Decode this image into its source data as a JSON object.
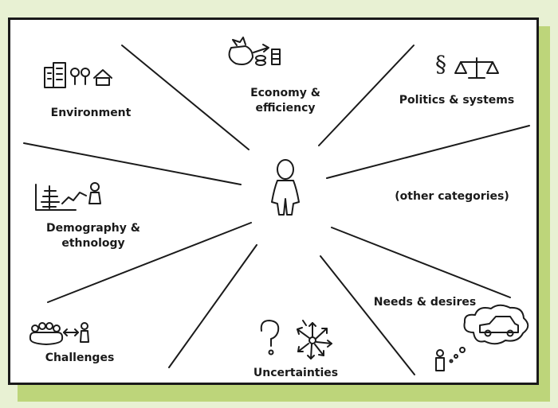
{
  "colors": {
    "background": "#e8f1d3",
    "shadow": "#bdd57a",
    "ink": "#1a1a1a",
    "card": "#ffffff"
  },
  "categories": {
    "environment": {
      "label": "Environment"
    },
    "economy": {
      "line1": "Economy &",
      "line2": "efficiency"
    },
    "politics": {
      "label": "Politics & systems"
    },
    "other": {
      "label": "(other categories)"
    },
    "demography": {
      "line1": "Demography &",
      "line2": "ethnology"
    },
    "needs": {
      "label": "Needs & desires"
    },
    "challenges": {
      "label": "Challenges"
    },
    "uncertainties": {
      "label": "Uncertainties"
    }
  },
  "icons": {
    "environment": [
      "building-icon",
      "trees-icon",
      "house-icon"
    ],
    "economy": [
      "money-bag-icon",
      "coins-icon"
    ],
    "politics": [
      "paragraph-icon",
      "scales-icon"
    ],
    "demography": [
      "population-chart-icon",
      "person-icon"
    ],
    "needs": [
      "thought-bubble-icon",
      "car-icon",
      "person-icon"
    ],
    "challenges": [
      "group-icon",
      "person-icon"
    ],
    "uncertainties": [
      "question-icon",
      "scatter-arrows-icon"
    ],
    "center": "person-icon"
  },
  "glyphs": {
    "paragraph": "§"
  }
}
